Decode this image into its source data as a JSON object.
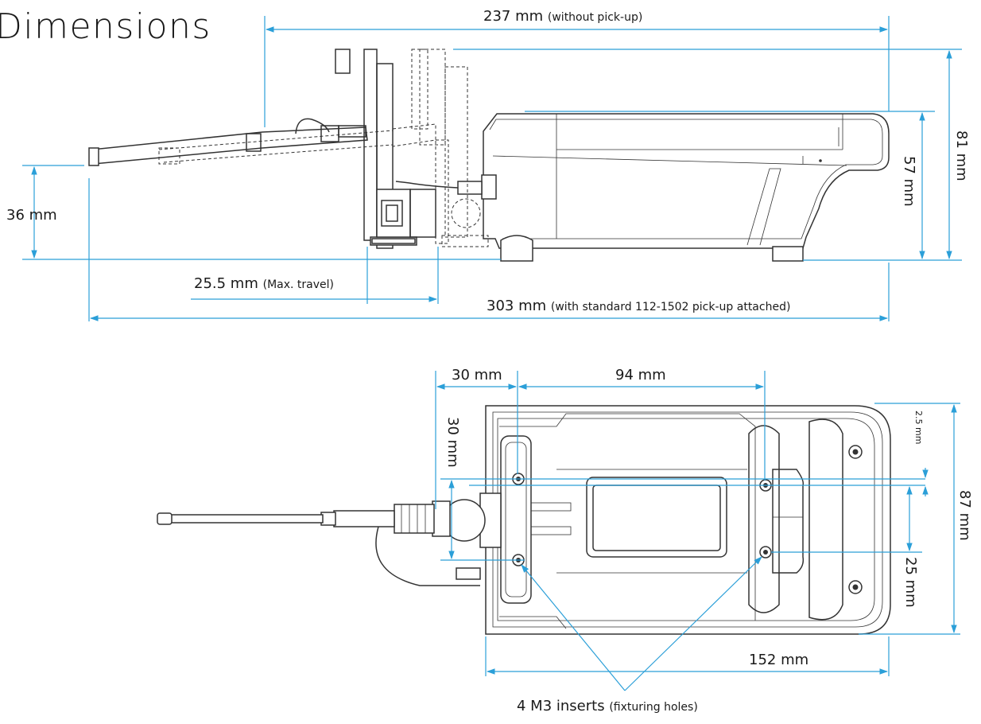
{
  "title": "Dimensions",
  "side_view": {
    "width_without_pickup": {
      "value": "237 mm",
      "note": "(without pick-up)"
    },
    "height_overall": "81 mm",
    "height_body": "57 mm",
    "probe_height": "36 mm",
    "max_travel": {
      "value": "25.5 mm",
      "note": "(Max. travel)"
    },
    "width_with_pickup": {
      "value": "303 mm",
      "note": "(with standard 112-1502 pick-up attached)"
    }
  },
  "top_view": {
    "offset_30_horizontal": "30 mm",
    "spacing_94": "94 mm",
    "offset_30_vertical": "30 mm",
    "offset_2_5": "2.5 mm",
    "depth_87": "87 mm",
    "spacing_25": "25 mm",
    "length_152": "152 mm",
    "inserts_callout": {
      "value": "4 M3 inserts",
      "note": "(fixturing holes)"
    }
  }
}
